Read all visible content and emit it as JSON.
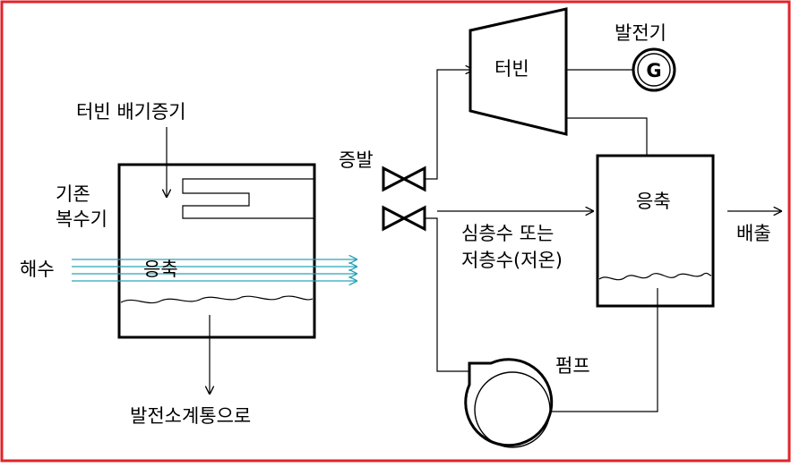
{
  "labels": {
    "turbine_exhaust_steam": "터빈 배기증기",
    "existing_condenser_line1": "기존",
    "existing_condenser_line2": "복수기",
    "seawater": "해수",
    "condensation_left": "응축",
    "evaporation": "증발",
    "turbine": "터빈",
    "generator": "발전기",
    "generator_symbol": "G",
    "condensation_right": "응축",
    "discharge": "배출",
    "deep_water_line1": "심층수 또는",
    "deep_water_line2": "저층수(저온)",
    "pump": "펌프",
    "to_plant_system": "발전소계통으로"
  },
  "colors": {
    "frame": "#e0242a",
    "seawater_lines": "#2aa3b8",
    "stroke": "#000000",
    "background": "#ffffff"
  }
}
